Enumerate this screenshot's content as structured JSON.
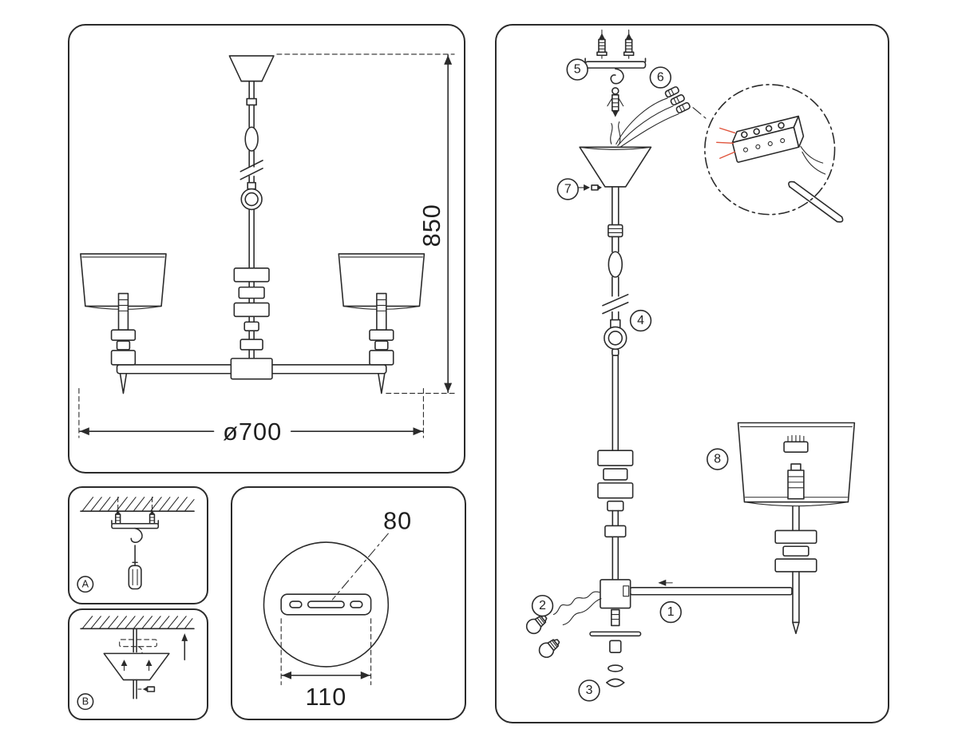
{
  "sheet": {
    "background": "#ffffff",
    "line_color": "#2b2b2b",
    "accent_color": "#e0543c"
  },
  "overview_panel": {
    "height_dimension": "850",
    "diameter_dimension": "ø700"
  },
  "mount_panel_a": {
    "label": "A"
  },
  "mount_panel_b": {
    "label": "B"
  },
  "bracket_detail_panel": {
    "slot_dimension": "80",
    "plate_dimension": "110"
  },
  "assembly_panel": {
    "callouts": {
      "c1": "1",
      "c2": "2",
      "c3": "3",
      "c4": "4",
      "c5": "5",
      "c6": "6",
      "c7": "7",
      "c8": "8"
    }
  }
}
